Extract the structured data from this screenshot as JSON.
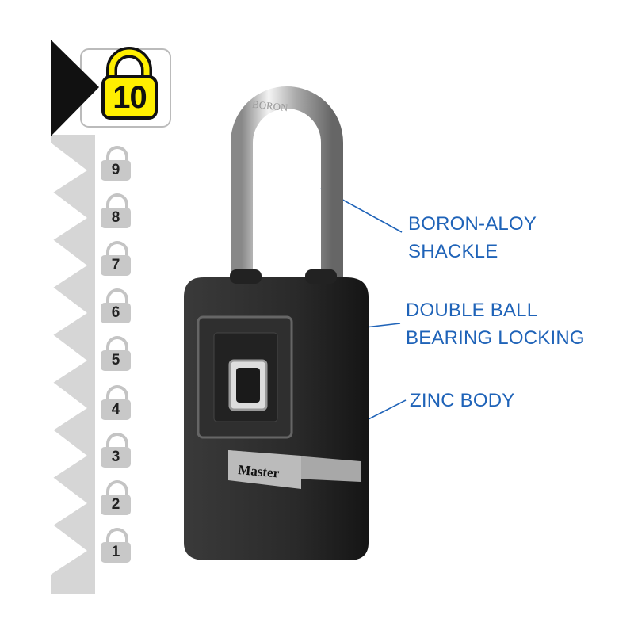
{
  "rating": {
    "current_level": "10",
    "levels": [
      "9",
      "8",
      "7",
      "6",
      "5",
      "4",
      "3",
      "2",
      "1"
    ]
  },
  "product": {
    "brand_label": "Master",
    "shackle_engraving": "BORON"
  },
  "callouts": [
    {
      "line1": "BORON-ALOY",
      "line2": "SHACKLE"
    },
    {
      "line1": "DOUBLE BALL",
      "line2": "BEARING LOCKING"
    },
    {
      "line1": "ZINC BODY",
      "line2": ""
    }
  ],
  "colors": {
    "callout": "#1f63b8",
    "rating_yellow": "#ffef00"
  }
}
